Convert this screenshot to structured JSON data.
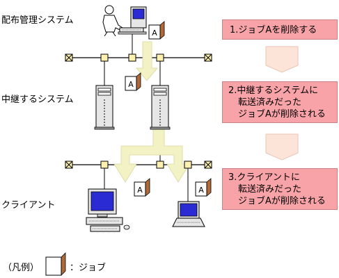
{
  "system_labels": {
    "distribution": "配布管理システム",
    "relay": "中継するシステム",
    "client": "クライアント"
  },
  "job_box_label": "A",
  "steps": [
    {
      "lines": [
        "1.ジョブAを削除する"
      ]
    },
    {
      "lines": [
        "2.中継するシステムに",
        "転送済みだった",
        "ジョブAが削除される"
      ]
    },
    {
      "lines": [
        "3.クライアントに",
        "転送済みだった",
        "ジョブAが削除される"
      ]
    }
  ],
  "legend": {
    "prefix": "（凡例）",
    "job_label": "：ジョブ"
  },
  "colors": {
    "step_fill": "#f7a3a8",
    "step_arrow": "#fce4d8",
    "flow_arrow": "#f2f2c4",
    "node_fill": "#fdf0b0",
    "monitor_screen": "#2b2bd4"
  }
}
